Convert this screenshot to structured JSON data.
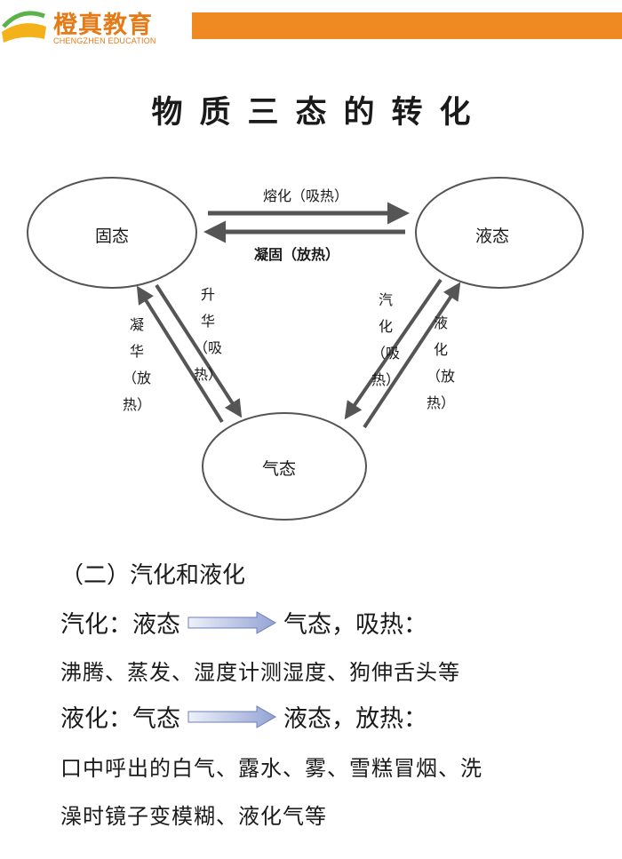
{
  "header": {
    "logo_name": "橙真教育",
    "logo_sub": "CHENGZHEN EDUCATION",
    "accent_color": "#ef8a22"
  },
  "title": "物质三态的转化",
  "diagram": {
    "states": {
      "solid": "固态",
      "liquid": "液态",
      "gas": "气态"
    },
    "transitions": {
      "melting": "熔化（吸热）",
      "solidifying": "凝固（放热）",
      "sublimation": [
        "升",
        "华",
        "（吸",
        "热）"
      ],
      "deposition": [
        "凝",
        "华",
        "（放",
        "热）"
      ],
      "vaporization": [
        "汽",
        "化",
        "（吸",
        "热）"
      ],
      "liquefaction": [
        "液",
        "化",
        "（放",
        "热）"
      ]
    }
  },
  "section": {
    "title": "（二）汽化和液化",
    "vaporization": {
      "label": "汽化：液态",
      "result": "气态，吸热：",
      "examples": "沸腾、蒸发、湿度计测湿度、狗伸舌头等"
    },
    "liquefaction": {
      "label": "液化：气态",
      "result": "液态，放热：",
      "examples_line1": "口中呼出的白气、露水、雾、雪糕冒烟、洗",
      "examples_line2": "澡时镜子变模糊、液化气等"
    }
  }
}
